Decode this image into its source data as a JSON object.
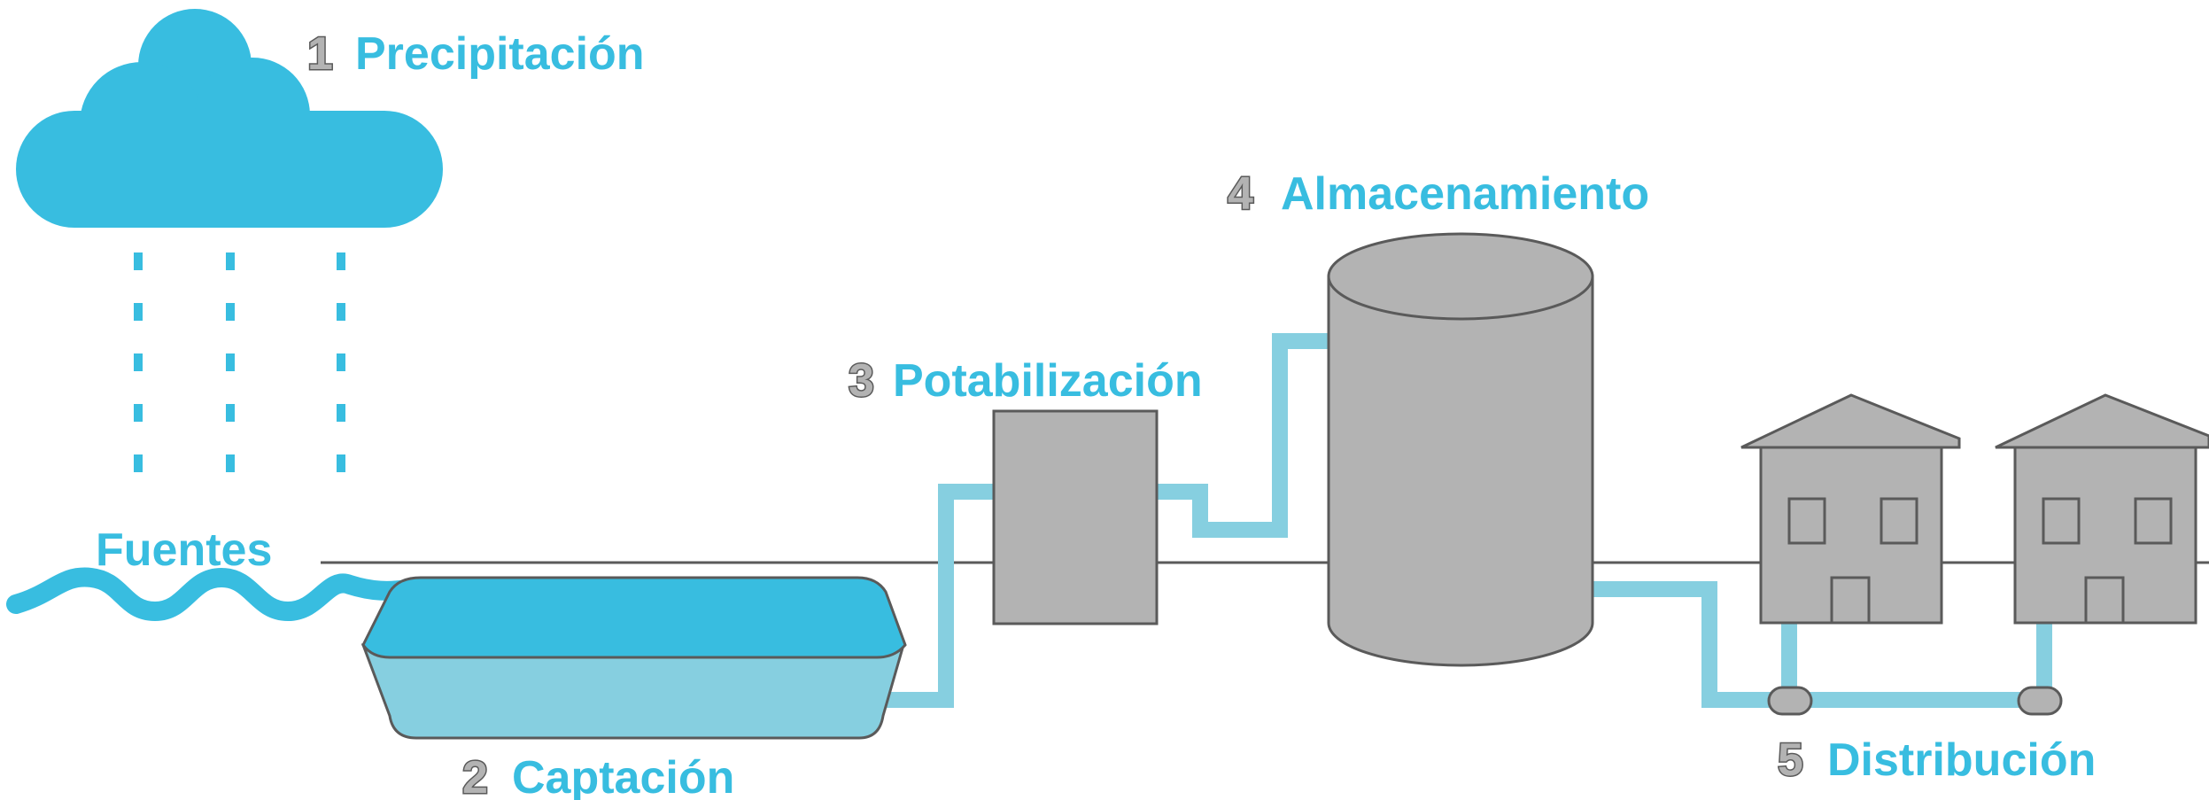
{
  "stages": [
    {
      "number": "1",
      "label": "Precipitación"
    },
    {
      "number": "2",
      "label": "Captación"
    },
    {
      "number": "3",
      "label": "Potabilización"
    },
    {
      "number": "4",
      "label": "Almacenamiento"
    },
    {
      "number": "5",
      "label": "Distribución"
    }
  ],
  "sources_label": "Fuentes",
  "colors": {
    "water_blue": "#38bde0",
    "pipe_blue": "#86cfe0",
    "structure_grey": "#b3b3b3",
    "outline_grey": "#5a5a5a"
  },
  "icons": [
    "cloud-icon",
    "rain-icon",
    "river-icon",
    "reservoir-icon",
    "treatment-plant-icon",
    "storage-tank-icon",
    "house-icon",
    "valve-icon"
  ]
}
